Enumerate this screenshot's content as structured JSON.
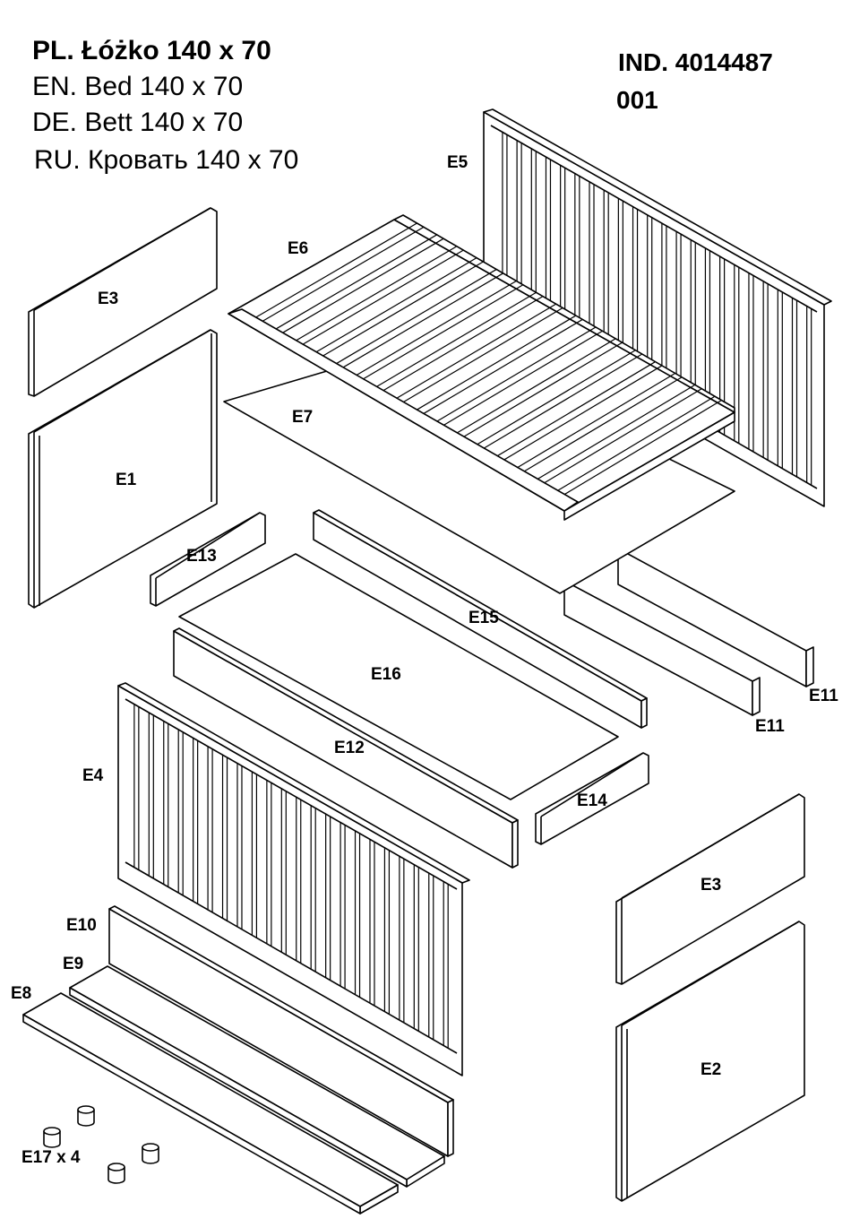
{
  "header": {
    "pl": "PL. Łóżko 140 x 70",
    "en": "EN. Bed 140 x 70",
    "de": "DE. Bett 140 x 70",
    "ru": "RU. Кровать 140 x 70",
    "ind": "IND.  4014487",
    "ind2": "001"
  },
  "parts": {
    "e1": "E1",
    "e2": "E2",
    "e3_top": "E3",
    "e3_right": "E3",
    "e4": "E4",
    "e5": "E5",
    "e6": "E6",
    "e7": "E7",
    "e8": "E8",
    "e9": "E9",
    "e10": "E10",
    "e11_a": "E11",
    "e11_b": "E11",
    "e12": "E12",
    "e13": "E13",
    "e14": "E14",
    "e15": "E15",
    "e16": "E16",
    "e17": "E17 x 4"
  }
}
